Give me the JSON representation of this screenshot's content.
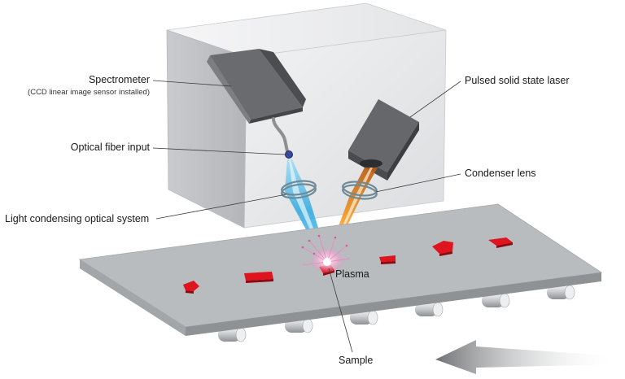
{
  "labels": {
    "spectrometer": "Spectrometer",
    "spectrometer_note": "(CCD linear image sensor installed)",
    "optical_fiber_input": "Optical fiber input",
    "light_condensing_optical_system": "Light condensing optical system",
    "pulsed_laser": "Pulsed solid state laser",
    "condenser_lens": "Condenser lens",
    "plasma": "Plasma",
    "sample": "Sample"
  },
  "colors": {
    "housing": "#e6e7e9",
    "device": "#5a5b5d",
    "conveyor": "#b9bcbf",
    "sample": "#e0141e",
    "light_beam": "#3fb3e0",
    "laser_beam": "#f08a1c",
    "arrow": "#8a8c8f"
  }
}
